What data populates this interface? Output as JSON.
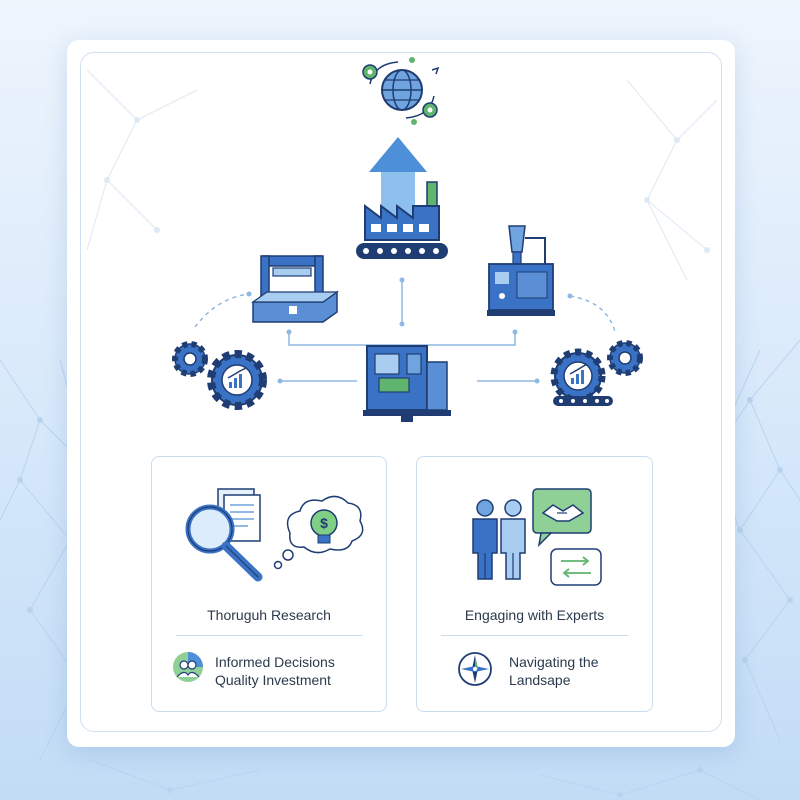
{
  "panels": {
    "research": {
      "title": "Thoruguh Research",
      "feature_line1": "Informed Decisions",
      "feature_line2": "Quality Investment"
    },
    "experts": {
      "title": "Engaging with Experts",
      "feature_line1": "Navigating the",
      "feature_line2": "Landsape"
    }
  },
  "colors": {
    "primary_blue": "#3a73c6",
    "dark_blue": "#1f3d73",
    "light_blue": "#a9cdf0",
    "green": "#5fb56d",
    "text": "#2b3a4d"
  },
  "icons": {
    "top": "globe-gears-icon",
    "center": "factory-upward-arrow-icon",
    "left_machine": "press-machine-icon",
    "right_machine": "injection-molding-machine-icon",
    "bottom_center": "cnc-machine-icon",
    "left_gears": "gears-chart-icon",
    "right_gears": "gears-conveyor-chart-icon",
    "research": "magnifier-documents-idea-icon",
    "experts": "experts-handshake-icon",
    "compass": "compass-icon",
    "users": "users-group-icon"
  }
}
